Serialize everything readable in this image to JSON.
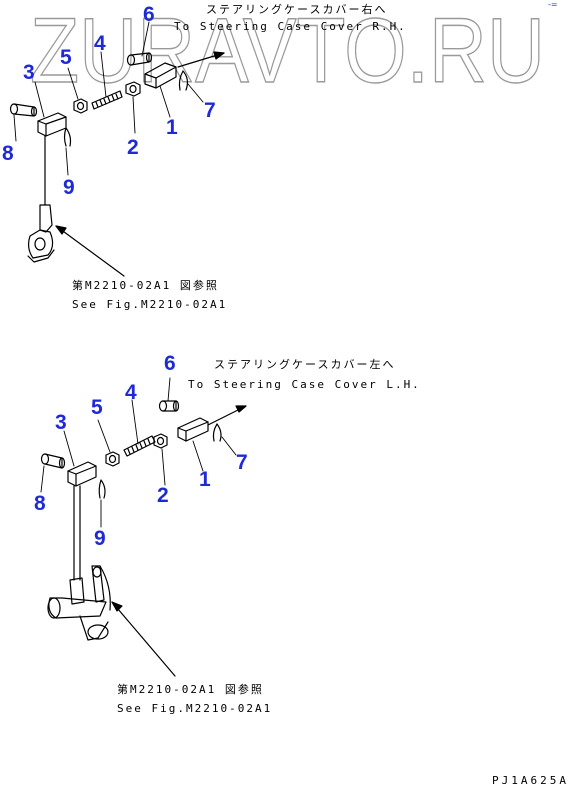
{
  "watermark": "ZURAVTO.RU",
  "corner_mark": "-=",
  "upper": {
    "dest_jp": "ステアリングケースカバー右へ",
    "dest_en": "To Steering Case Cover R.H.",
    "ref_jp": "第M2210-02A1 図参照",
    "ref_en": "See Fig.M2210-02A1",
    "callouts": [
      "1",
      "2",
      "3",
      "4",
      "5",
      "6",
      "7",
      "8",
      "9"
    ]
  },
  "lower": {
    "dest_jp": "ステアリングケースカバー左へ",
    "dest_en": "To Steering Case Cover L.H.",
    "ref_jp": "第M2210-02A1 図参照",
    "ref_en": "See Fig.M2210-02A1",
    "callouts": [
      "1",
      "2",
      "3",
      "4",
      "5",
      "6",
      "7",
      "8",
      "9"
    ]
  },
  "drawing_code": "PJ1A625A",
  "colors": {
    "callout": "#1f2ad6",
    "line": "#000000",
    "watermark": "#bdbdbd"
  }
}
